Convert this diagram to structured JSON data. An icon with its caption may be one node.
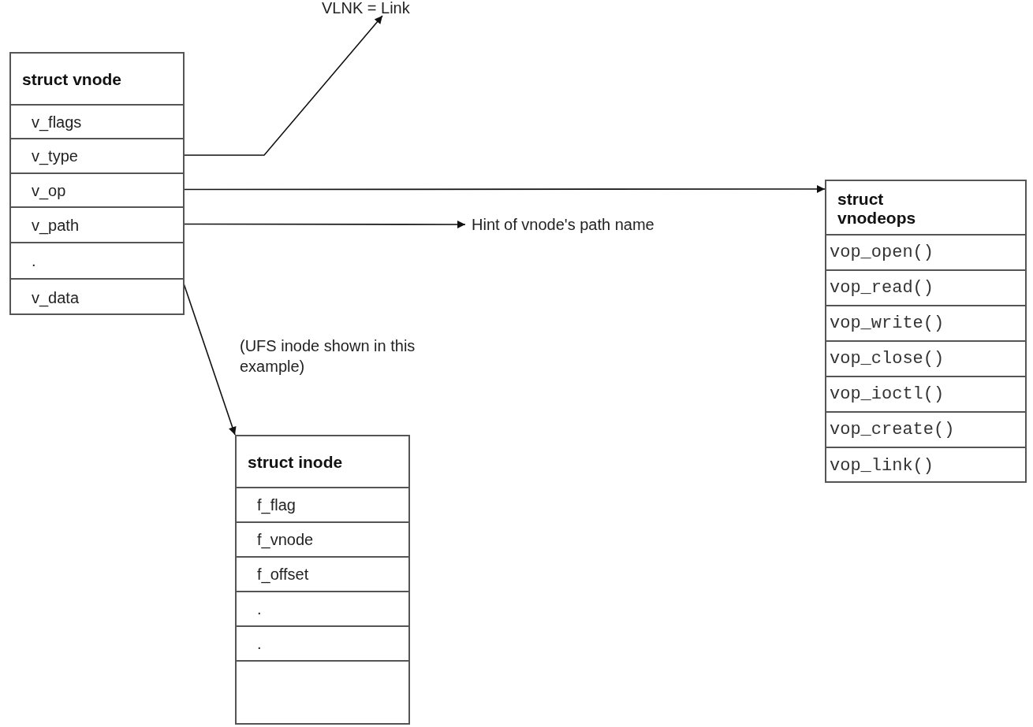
{
  "diagram": {
    "nodes": [
      {
        "text": [
          "struct vnode"
        ]
      },
      {
        "text": [
          "v_flags"
        ],
        "in": 0
      },
      {
        "text": [
          "v_type"
        ],
        "in": 0
      },
      {
        "text": [
          "v_op"
        ],
        "in": 0
      },
      {
        "text": [
          "v_path"
        ],
        "in": 0
      },
      {
        "text": [
          "."
        ],
        "in": 0
      },
      {
        "text": [
          "v_data"
        ],
        "in": 0
      },
      {
        "text": [
          "VLNK = Link"
        ]
      },
      {
        "text": [
          "Hint of vnode's path name"
        ]
      },
      {
        "text": [
          "struct vnodeops"
        ]
      },
      {
        "text": [
          "vop_open()"
        ],
        "in": 9
      },
      {
        "text": [
          "vop_read()"
        ],
        "in": 9
      },
      {
        "text": [
          "vop_write()"
        ],
        "in": 9
      },
      {
        "text": [
          "vop_close()"
        ],
        "in": 9
      },
      {
        "text": [
          "vop_ioctl()"
        ],
        "in": 9
      },
      {
        "text": [
          "vop_create()"
        ],
        "in": 9
      },
      {
        "text": [
          "vop_link()"
        ],
        "in": 9
      },
      {
        "text": [
          "struct inode"
        ]
      },
      {
        "text": [
          "f_flag"
        ],
        "in": 17
      },
      {
        "text": [
          "f_vnode"
        ],
        "in": 17
      },
      {
        "text": [
          "f_offset"
        ],
        "in": 17
      },
      {
        "text": [
          "."
        ],
        "in": 17
      },
      {
        "text": [
          "."
        ],
        "in": 17
      },
      {
        "text": [],
        "shape": "box",
        "in": 17
      }
    ],
    "edges": [
      {
        "from": 2,
        "to": 7,
        "arrow": "to"
      },
      {
        "from": 3,
        "to": 9,
        "arrow": "to"
      },
      {
        "from": 4,
        "to": 8,
        "arrow": "to"
      },
      {
        "from": 6,
        "to": 17,
        "arrow": "to"
      }
    ],
    "labels": [
      "(UFS inode shown in this example)"
    ]
  }
}
